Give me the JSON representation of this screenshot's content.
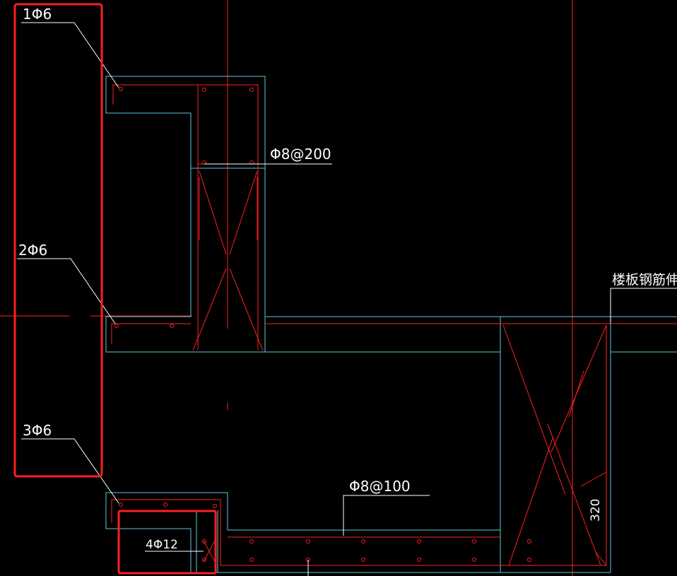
{
  "colors": {
    "background": "#000000",
    "outline": "#5ec8d8",
    "rebar": "#ff2020",
    "annotation": "#ffffff",
    "highlight": "#ff1e1e"
  },
  "labels": {
    "bar_1": "1Φ6",
    "bar_2": "2Φ6",
    "bar_3": "3Φ6",
    "stirrup_top": "Φ8@200",
    "stirrup_bottom": "Φ8@100",
    "bar_4": "4Φ12",
    "slab_note": "楼板钢筋伸出",
    "dimension": "320"
  }
}
